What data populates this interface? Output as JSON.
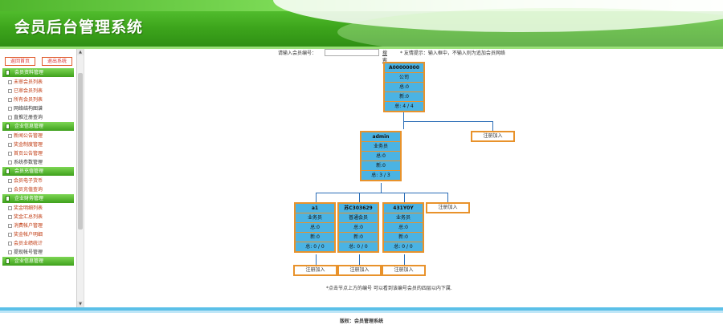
{
  "header": {
    "title": "会员后台管理系统"
  },
  "topbuttons": {
    "home": "返回首页",
    "exit": "退出系统"
  },
  "sidebar": {
    "groups": [
      {
        "label": "会员资料管理",
        "items": [
          {
            "label": "未审会员列表",
            "style": "red"
          },
          {
            "label": "已审会员列表",
            "style": "red"
          },
          {
            "label": "所有会员列表",
            "style": "red"
          },
          {
            "label": "网络结构图谱",
            "style": "dark"
          },
          {
            "label": "直推注册查询",
            "style": "dark"
          }
        ]
      },
      {
        "label": "企业信息管理",
        "items": [
          {
            "label": "新闻公告管理",
            "style": "red"
          },
          {
            "label": "奖金制度管理",
            "style": "red"
          },
          {
            "label": "首页公告管理",
            "style": "red"
          },
          {
            "label": "系统参数管理",
            "style": "dark"
          }
        ]
      },
      {
        "label": "会员充值管理",
        "items": [
          {
            "label": "会员电子货币",
            "style": "red"
          },
          {
            "label": "会员充值查询",
            "style": "red"
          }
        ]
      },
      {
        "label": "企业财务管理",
        "items": [
          {
            "label": "奖金明细列表",
            "style": "red"
          },
          {
            "label": "奖金汇总列表",
            "style": "red"
          },
          {
            "label": "消费帐户管理",
            "style": "red"
          },
          {
            "label": "奖金帐户明细",
            "style": "red"
          },
          {
            "label": "会员业绩统计",
            "style": "red"
          },
          {
            "label": "提现帐号管理",
            "style": "dark"
          }
        ]
      },
      {
        "label": "企业信息管理",
        "items": []
      }
    ]
  },
  "search": {
    "label": "请输入会员编号：",
    "value": "",
    "button": "搜索",
    "tip": "* 友情提示：输入框中，不输入则为追加会员网络"
  },
  "tree": {
    "root": {
      "code": "A00000000",
      "rank": "公司",
      "total": "总:0",
      "new": "新:0",
      "sum": "总: 4 / 4"
    },
    "admin": {
      "code": "admin",
      "rank": "业务员",
      "total": "总:0",
      "new": "新:0",
      "sum": "总: 3 / 3"
    },
    "children": [
      {
        "code": "a1",
        "rank": "业务员",
        "total": "总:0",
        "new": "新:0",
        "sum": "总: 0 / 0"
      },
      {
        "code": "苏C303629",
        "rank": "普通会员",
        "total": "总:0",
        "new": "新:0",
        "sum": "总: 0 / 0"
      },
      {
        "code": "431Y0Y",
        "rank": "业务员",
        "total": "总:0",
        "new": "新:0",
        "sum": "总: 0 / 0"
      }
    ],
    "register_label": "注册加入"
  },
  "note": "*点击节点上方的编号 可以看到该编号会员的四层以内下属.",
  "footer": {
    "text": "版权：会员管理系统"
  },
  "colors": {
    "header": "#3da51c",
    "node_border": "#e8922b",
    "node_cell": "#4bb3e3",
    "connector": "#2a6cb6"
  }
}
